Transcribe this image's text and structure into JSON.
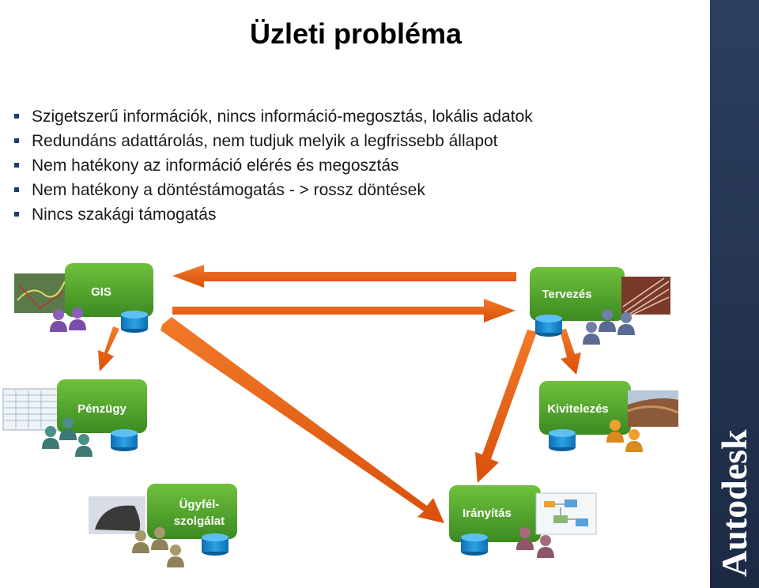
{
  "title": "Üzleti probléma",
  "bullets": [
    "Szigetszerű információk, nincs információ-megosztás, lokális adatok",
    "Redundáns adattárolás, nem tudjuk melyik a legfrissebb állapot",
    "Nem hatékony az információ elérés és megosztás",
    "Nem hatékony a döntéstámogatás - > rossz döntések",
    "Nincs szakági támogatás"
  ],
  "nodes": {
    "gis": "GIS",
    "tervezes": "Tervezés",
    "penzugy": "Pénzügy",
    "kivitelezes": "Kivitelezés",
    "ugyfel_line1": "Ügyfél-",
    "ugyfel_line2": "szolgálat",
    "iranyitas": "Irányítás"
  },
  "logo": "Autodesk",
  "colors": {
    "node_green": "#4f9a2c",
    "arrow_orange": "#ea5f13",
    "db_blue": "#1a8fd6",
    "sidebar": "#243550"
  }
}
